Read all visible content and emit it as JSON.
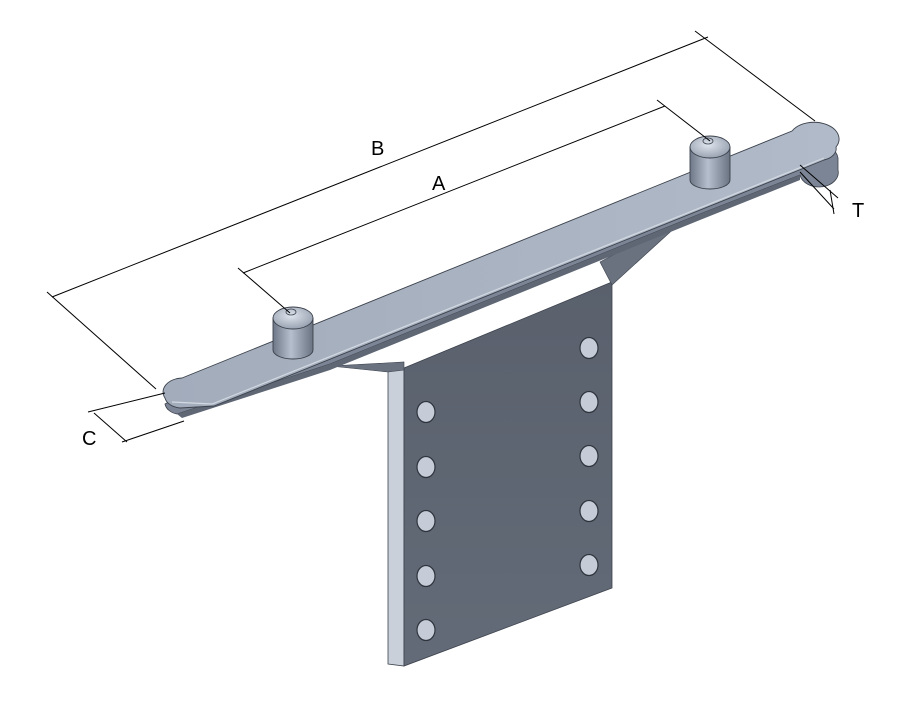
{
  "labels": {
    "a": "A",
    "b": "B",
    "c": "C",
    "t": "T"
  },
  "colors": {
    "background": "#ffffff",
    "plate_top": "#a7b1c0",
    "plate_front": "#7c8595",
    "plate_dark": "#5f6775",
    "web_face": "#5d6470",
    "web_edge": "#c9d0da",
    "hole_fill": "#c5ccd8",
    "dimension_line": "#000000"
  }
}
